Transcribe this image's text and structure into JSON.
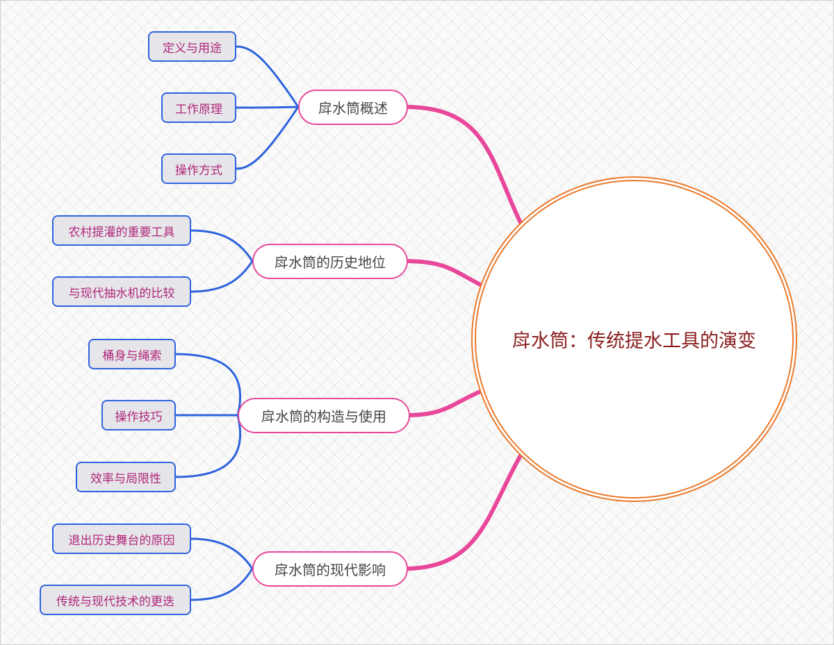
{
  "root": {
    "label": "戽水筒：传统提水工具的演变"
  },
  "colors": {
    "root_border": "#ea7a2c",
    "branch_line": "#e8479a",
    "leaf_line": "#2d63de",
    "root_text": "#8a1c1c",
    "leaf_text": "#b0267a"
  },
  "branches": [
    {
      "label": "戽水筒概述",
      "children": [
        "定义与用途",
        "工作原理",
        "操作方式"
      ]
    },
    {
      "label": "戽水筒的历史地位",
      "children": [
        "农村提灌的重要工具",
        "与现代抽水机的比较"
      ]
    },
    {
      "label": "戽水筒的构造与使用",
      "children": [
        "桶身与绳索",
        "操作技巧",
        "效率与局限性"
      ]
    },
    {
      "label": "戽水筒的现代影响",
      "children": [
        "退出历史舞台的原因",
        "传统与现代技术的更迭"
      ]
    }
  ]
}
